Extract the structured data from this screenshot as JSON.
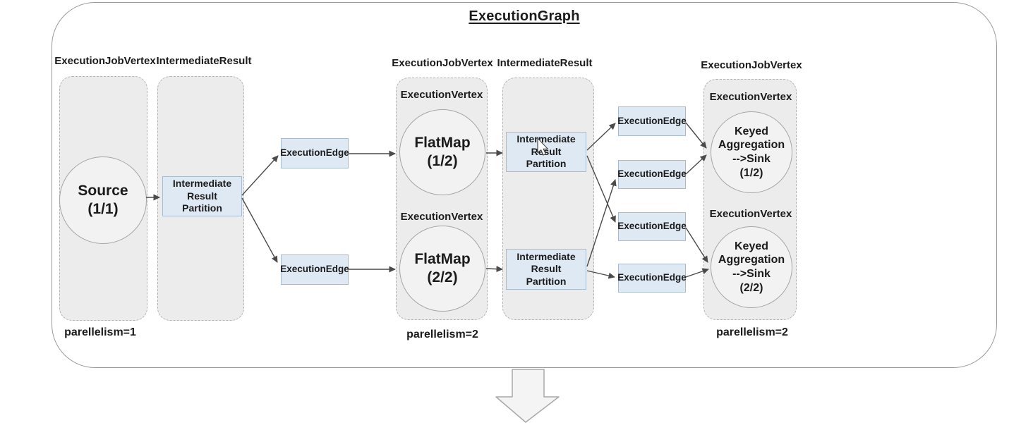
{
  "title": "ExecutionGraph",
  "stage1": {
    "job_vertex_label": "ExecutionJobVertex",
    "intermediate_result_label": "IntermediateResult",
    "parallelism_label": "parellelism=1",
    "source_vertex": {
      "line1": "Source",
      "line2": "(1/1)"
    },
    "partition": {
      "line1": "Intermediate",
      "line2": "Result",
      "line3": "Partition"
    }
  },
  "stage2": {
    "job_vertex_label": "ExecutionJobVertex",
    "intermediate_result_label": "IntermediateResult",
    "parallelism_label": "parellelism=2",
    "execution_vertex_label_1": "ExecutionVertex",
    "execution_vertex_label_2": "ExecutionVertex",
    "flatmap_1": {
      "line1": "FlatMap",
      "line2": "(1/2)"
    },
    "flatmap_2": {
      "line1": "FlatMap",
      "line2": "(2/2)"
    },
    "partition_1": {
      "line1": "Intermediate",
      "line2": "Result",
      "line3": "Partition"
    },
    "partition_2": {
      "line1": "Intermediate",
      "line2": "Result",
      "line3": "Partition"
    }
  },
  "stage3": {
    "job_vertex_label": "ExecutionJobVertex",
    "parallelism_label": "parellelism=2",
    "execution_vertex_label_1": "ExecutionVertex",
    "execution_vertex_label_2": "ExecutionVertex",
    "sink_1": {
      "line1": "Keyed",
      "line2": "Aggregation",
      "line3": "-->Sink",
      "line4": "(1/2)"
    },
    "sink_2": {
      "line1": "Keyed",
      "line2": "Aggregation",
      "line3": "-->Sink",
      "line4": "(2/2)"
    }
  },
  "edges": {
    "edge_a": "ExecutionEdge",
    "edge_b": "ExecutionEdge",
    "edge_1": "ExecutionEdge",
    "edge_2": "ExecutionEdge",
    "edge_3": "ExecutionEdge",
    "edge_4": "ExecutionEdge"
  },
  "colors": {
    "edge_box_fill": "#dfe9f4",
    "edge_box_border": "#a9bccd",
    "group_fill": "#ececec",
    "group_border": "#b3b3b3",
    "vertex_fill": "#f2f2f2",
    "vertex_border": "#a6a6a6",
    "container_border": "#9a9a9a",
    "connector": "#4a4a4a",
    "big_arrow_fill": "#f4f4f4",
    "big_arrow_border": "#a9a9a9"
  }
}
